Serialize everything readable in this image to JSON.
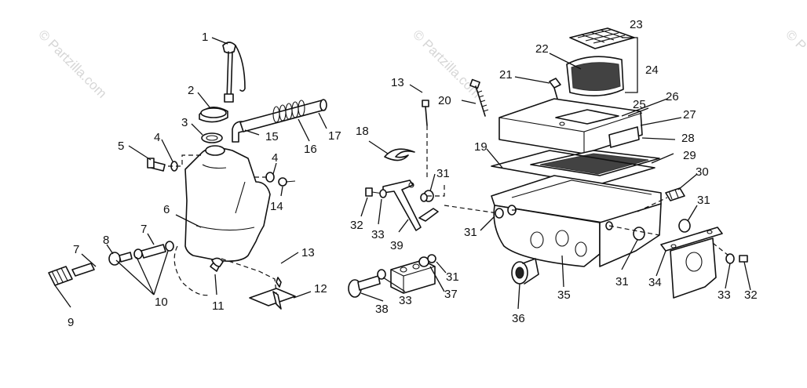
{
  "watermark": {
    "text": "© Partzilla.com",
    "text_partial": "© P"
  },
  "callouts": {
    "c1": "1",
    "c2": "2",
    "c3": "3",
    "c4a": "4",
    "c4b": "4",
    "c5": "5",
    "c6": "6",
    "c7a": "7",
    "c7b": "7",
    "c8": "8",
    "c9": "9",
    "c10": "10",
    "c11": "11",
    "c12": "12",
    "c13a": "13",
    "c13b": "13",
    "c14": "14",
    "c15": "15",
    "c16": "16",
    "c17": "17",
    "c18": "18",
    "c19": "19",
    "c20": "20",
    "c21": "21",
    "c22": "22",
    "c23": "23",
    "c24": "24",
    "c25": "25",
    "c26": "26",
    "c27": "27",
    "c28": "28",
    "c29": "29",
    "c30": "30",
    "c31a": "31",
    "c31b": "31",
    "c31c": "31",
    "c31d": "31",
    "c31e": "31",
    "c32a": "32",
    "c32b": "32",
    "c33a": "33",
    "c33b": "33",
    "c33c": "33",
    "c34": "34",
    "c35": "35",
    "c36": "36",
    "c37": "37",
    "c38": "38",
    "c39": "39"
  }
}
